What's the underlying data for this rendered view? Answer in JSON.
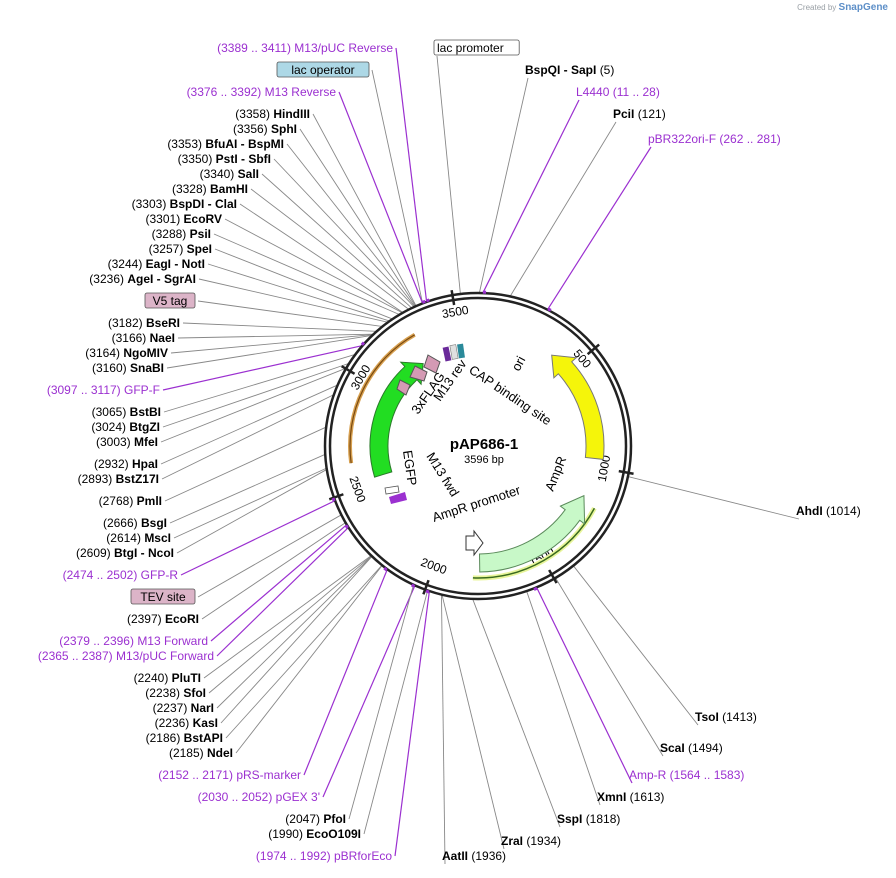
{
  "branding": {
    "created_by": "Created by",
    "logo": "SnapGene"
  },
  "plasmid": {
    "name": "pAP686-1",
    "length_label": "3596 bp",
    "length": 3596
  },
  "scale_ticks": [
    "500",
    "1000",
    "1500",
    "2000",
    "2500",
    "3000",
    "3500"
  ],
  "colors": {
    "primer": "#9b30d0",
    "ori": "#f5f50a",
    "ampr": "#c8f8c8",
    "egfp": "#22dd22",
    "lac_operator_box": "#add8e6",
    "tag_box": "#dcb4c8"
  },
  "features": [
    {
      "name": "ori"
    },
    {
      "name": "AmpR"
    },
    {
      "name": "AmpR promoter"
    },
    {
      "name": "EGFP"
    },
    {
      "name": "3xFLAG"
    },
    {
      "name": "M13 fwd"
    },
    {
      "name": "M13 rev"
    },
    {
      "name": "CAP binding site"
    }
  ],
  "left_labels": [
    {
      "pos": "(3389 .. 3411)",
      "name": "M13/pUC Reverse",
      "kind": "primer"
    },
    {
      "pos": "",
      "name": "lac operator",
      "kind": "box_blue"
    },
    {
      "pos": "(3376 .. 3392)",
      "name": "M13 Reverse",
      "kind": "primer"
    },
    {
      "pos": "(3358)",
      "name": "HindIII",
      "kind": "enzyme"
    },
    {
      "pos": "(3356)",
      "name": "SphI",
      "kind": "enzyme"
    },
    {
      "pos": "(3353)",
      "name": "BfuAI  - BspMI",
      "kind": "enzyme"
    },
    {
      "pos": "(3350)",
      "name": "PstI  - SbfI",
      "kind": "enzyme"
    },
    {
      "pos": "(3340)",
      "name": "SalI",
      "kind": "enzyme"
    },
    {
      "pos": "(3328)",
      "name": "BamHI",
      "kind": "enzyme"
    },
    {
      "pos": "(3303)",
      "name": "BspDI  - ClaI",
      "kind": "enzyme"
    },
    {
      "pos": "(3301)",
      "name": "EcoRV",
      "kind": "enzyme"
    },
    {
      "pos": "(3288)",
      "name": "PsiI",
      "kind": "enzyme"
    },
    {
      "pos": "(3257)",
      "name": "SpeI",
      "kind": "enzyme"
    },
    {
      "pos": "(3244)",
      "name": "EagI  - NotI",
      "kind": "enzyme"
    },
    {
      "pos": "(3236)",
      "name": "AgeI  - SgrAI",
      "kind": "enzyme"
    },
    {
      "pos": "",
      "name": "V5 tag",
      "kind": "box_pink"
    },
    {
      "pos": "(3182)",
      "name": "BseRI",
      "kind": "enzyme"
    },
    {
      "pos": "(3166)",
      "name": "NaeI",
      "kind": "enzyme"
    },
    {
      "pos": "(3164)",
      "name": "NgoMIV",
      "kind": "enzyme"
    },
    {
      "pos": "(3160)",
      "name": "SnaBI",
      "kind": "enzyme"
    },
    {
      "pos": "(3097 .. 3117)",
      "name": "GFP-F",
      "kind": "primer"
    },
    {
      "pos": "(3065)",
      "name": "BstBI",
      "kind": "enzyme"
    },
    {
      "pos": "(3024)",
      "name": "BtgZI",
      "kind": "enzyme"
    },
    {
      "pos": "(3003)",
      "name": "MfeI",
      "kind": "enzyme"
    },
    {
      "pos": "(2932)",
      "name": "HpaI",
      "kind": "enzyme"
    },
    {
      "pos": "(2893)",
      "name": "BstZ17I",
      "kind": "enzyme"
    },
    {
      "pos": "(2768)",
      "name": "PmlI",
      "kind": "enzyme"
    },
    {
      "pos": "(2666)",
      "name": "BsgI",
      "kind": "enzyme"
    },
    {
      "pos": "(2614)",
      "name": "MscI",
      "kind": "enzyme"
    },
    {
      "pos": "(2609)",
      "name": "BtgI  - NcoI",
      "kind": "enzyme"
    },
    {
      "pos": "(2474 .. 2502)",
      "name": "GFP-R",
      "kind": "primer"
    },
    {
      "pos": "",
      "name": "TEV site",
      "kind": "box_pink"
    },
    {
      "pos": "(2397)",
      "name": "EcoRI",
      "kind": "enzyme"
    },
    {
      "pos": "(2379 .. 2396)",
      "name": "M13 Forward",
      "kind": "primer"
    },
    {
      "pos": "(2365 .. 2387)",
      "name": "M13/pUC Forward",
      "kind": "primer"
    },
    {
      "pos": "(2240)",
      "name": "PluTI",
      "kind": "enzyme"
    },
    {
      "pos": "(2238)",
      "name": "SfoI",
      "kind": "enzyme"
    },
    {
      "pos": "(2237)",
      "name": "NarI",
      "kind": "enzyme"
    },
    {
      "pos": "(2236)",
      "name": "KasI",
      "kind": "enzyme"
    },
    {
      "pos": "(2186)",
      "name": "BstAPI",
      "kind": "enzyme"
    },
    {
      "pos": "(2185)",
      "name": "NdeI",
      "kind": "enzyme"
    },
    {
      "pos": "(2152 .. 2171)",
      "name": "pRS-marker",
      "kind": "primer"
    },
    {
      "pos": "(2030 .. 2052)",
      "name": "pGEX 3'",
      "kind": "primer"
    },
    {
      "pos": "(2047)",
      "name": "PfoI",
      "kind": "enzyme"
    },
    {
      "pos": "(1990)",
      "name": "EcoO109I",
      "kind": "enzyme"
    },
    {
      "pos": "(1974 .. 1992)",
      "name": "pBRforEco",
      "kind": "primer"
    }
  ],
  "right_labels": [
    {
      "name": "lac promoter",
      "pos": "",
      "kind": "box_white"
    },
    {
      "name": "BspQI  - SapI",
      "pos": "(5)",
      "kind": "enzyme"
    },
    {
      "name": "L4440",
      "pos": "(11 .. 28)",
      "kind": "primer"
    },
    {
      "name": "PciI",
      "pos": "(121)",
      "kind": "enzyme"
    },
    {
      "name": "pBR322ori-F",
      "pos": "(262 .. 281)",
      "kind": "primer"
    },
    {
      "name": "AhdI",
      "pos": "(1014)",
      "kind": "enzyme"
    },
    {
      "name": "TsoI",
      "pos": "(1413)",
      "kind": "enzyme"
    },
    {
      "name": "ScaI",
      "pos": "(1494)",
      "kind": "enzyme"
    },
    {
      "name": "Amp-R",
      "pos": "(1564 .. 1583)",
      "kind": "primer"
    },
    {
      "name": "XmnI",
      "pos": "(1613)",
      "kind": "enzyme"
    },
    {
      "name": "SspI",
      "pos": "(1818)",
      "kind": "enzyme"
    },
    {
      "name": "ZraI",
      "pos": "(1934)",
      "kind": "enzyme"
    },
    {
      "name": "AatII",
      "pos": "(1936)",
      "kind": "enzyme"
    }
  ]
}
